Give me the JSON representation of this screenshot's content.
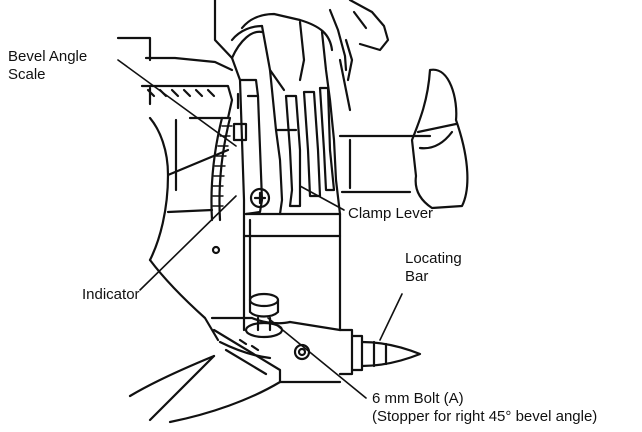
{
  "labels": {
    "bevel_angle_scale": [
      "Bevel Angle",
      "Scale"
    ],
    "clamp_lever": "Clamp Lever",
    "locating_bar": [
      "Locating",
      "Bar"
    ],
    "indicator": "Indicator",
    "bolt": [
      "6 mm Bolt (A)",
      "(Stopper for right 45° bevel angle)"
    ]
  },
  "colors": {
    "ink": "#111111",
    "paper": "#ffffff"
  }
}
